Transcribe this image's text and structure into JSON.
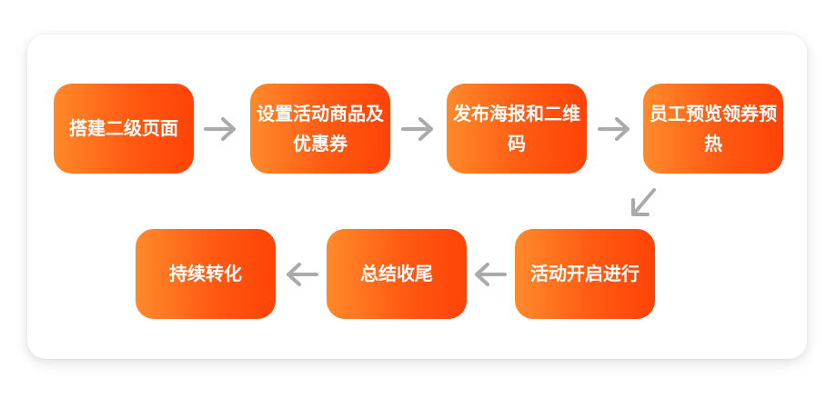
{
  "steps": [
    {
      "label": "搭建二级页面"
    },
    {
      "label": "设置活动商品及优惠券"
    },
    {
      "label": "发布海报和二维码"
    },
    {
      "label": "员工预览领券预热"
    },
    {
      "label": "活动开启进行"
    },
    {
      "label": "总结收尾"
    },
    {
      "label": "持续转化"
    }
  ],
  "colors": {
    "box_start": "#ff8a2b",
    "box_end": "#ff4308",
    "arrow": "#aaaaaa",
    "card": "#ffffff"
  },
  "icons": {
    "connector": "arrow-icon"
  }
}
